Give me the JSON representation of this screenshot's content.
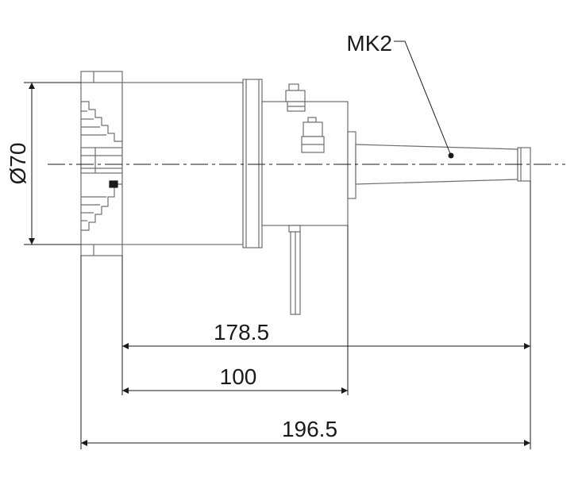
{
  "labels": {
    "taper": "MK2",
    "diameter": "Ø70",
    "total_length": "196.5",
    "body_to_taper_end": "178.5",
    "body_length": "100"
  },
  "colors": {
    "outline": "#6e6e6e",
    "body_fill": "#ffffff",
    "dim_line": "#1a1a1a",
    "center_line": "#1a1a1a"
  }
}
